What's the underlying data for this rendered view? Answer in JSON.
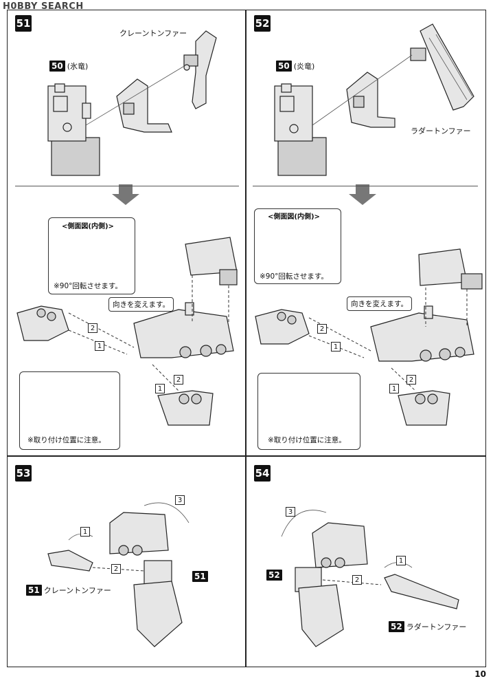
{
  "watermark": "H0BBY SEARCH",
  "page_number": "10",
  "steps": {
    "s51": {
      "number": "51",
      "part_tag": "50",
      "part_name": "(氷竜)",
      "weapon_label": "クレーントンファー",
      "side_view_title": "<側面図(内側)>",
      "rotate_note": "※90°回転させます。",
      "direction_note": "向きを変えます。",
      "position_note": "※取り付け位置に注意。",
      "seq": [
        "1",
        "2",
        "1",
        "2"
      ]
    },
    "s52": {
      "number": "52",
      "part_tag": "50",
      "part_name": "(炎竜)",
      "weapon_label": "ラダートンファー",
      "side_view_title": "<側面図(内側)>",
      "rotate_note": "※90°回転させます。",
      "direction_note": "向きを変えます。",
      "position_note": "※取り付け位置に注意。",
      "seq": [
        "1",
        "2",
        "1",
        "2"
      ]
    },
    "s53": {
      "number": "53",
      "ref_tag": "51",
      "ref_label": "クレーントンファー",
      "attach_tag": "51",
      "seq": [
        "1",
        "2",
        "3"
      ]
    },
    "s54": {
      "number": "54",
      "ref_tag": "52",
      "ref_label": "ラダートンファー",
      "attach_tag": "52",
      "seq": [
        "1",
        "2",
        "3"
      ]
    }
  }
}
